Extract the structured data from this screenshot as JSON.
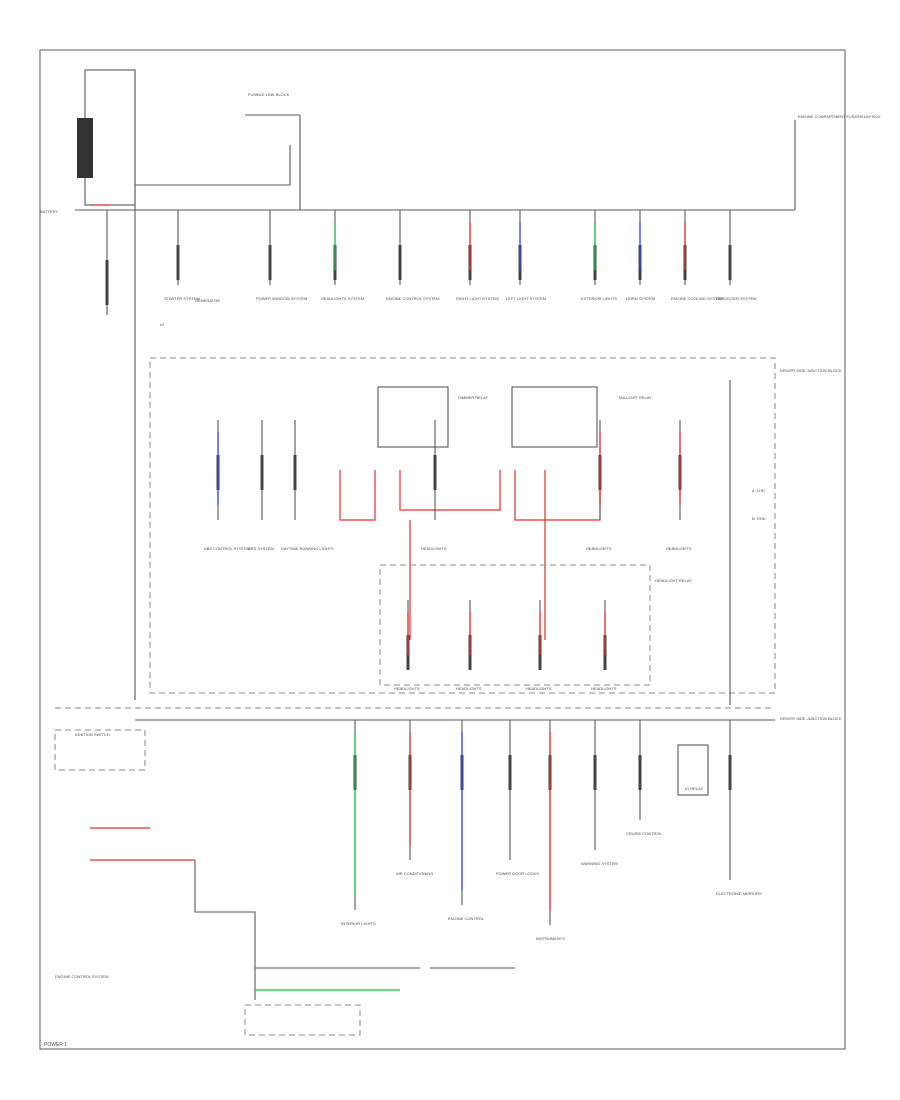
{
  "diagram": {
    "corner_label": "POWER 1",
    "top_labels": {
      "battery_label": "BATTERY",
      "fusible_link": "FUSIBLE LINK BLOCK",
      "relay_box_title": "ENGINE COMPARTMENT FUSE/RELAY BOX",
      "generator": "GENERATOR",
      "ignition_label": "IG"
    },
    "top_loads": [
      "STARTER SYSTEM",
      "POWER WINDOW SYSTEM",
      "HEADLIGHTS SYSTEM",
      "ENGINE CONTROL SYSTEM",
      "RIGHT LIGHT SYSTEM",
      "LEFT LIGHT SYSTEM",
      "EXTERIOR LIGHTS",
      "HORN SYSTEM",
      "ENGINE COOLING SYSTEM",
      "DEFOGGER SYSTEM"
    ],
    "middle_labels": {
      "junction_title": "DRIVER SIDE JUNCTION BLOCK",
      "mid_right_note": "HEADLIGHT RELAY",
      "dimmer_relay": "DIMMER RELAY",
      "taillight_relay": "TAILLIGHT RELAY",
      "legend_a": "A: LHD",
      "legend_b": "B: RHD"
    },
    "middle_loads": [
      "ABS CONTROL SYSTEM",
      "SRS SYSTEM",
      "DAYTIME RUNNING LIGHTS",
      "HEADLIGHTS",
      "HEADLIGHTS",
      "HEADLIGHTS"
    ],
    "lower_loads": [
      "HEADLIGHTS",
      "HEADLIGHTS",
      "HEADLIGHTS",
      "HEADLIGHTS"
    ],
    "bottom_labels": {
      "ignition_switch": "IGNITION SWITCH",
      "bottom_title": "DRIVER SIDE JUNCTION BLOCK",
      "left_note": "ENGINE CONTROL SYSTEM",
      "right_note": "IG RELAY"
    },
    "bottom_loads": [
      "INTERIOR LIGHTS",
      "AIR CONDITIONING",
      "ENGINE CONTROL",
      "POWER DOOR LOCKS",
      "INSTRUMENTS",
      "WARNING SYSTEM",
      "CRUISE CONTROL",
      "ELECTRONIC MIRRORS"
    ],
    "colors": {
      "frame": "#777777",
      "wire": "#5a5a5a",
      "green": "#22c040",
      "red": "#e03030",
      "blue": "#3a46e0"
    }
  }
}
